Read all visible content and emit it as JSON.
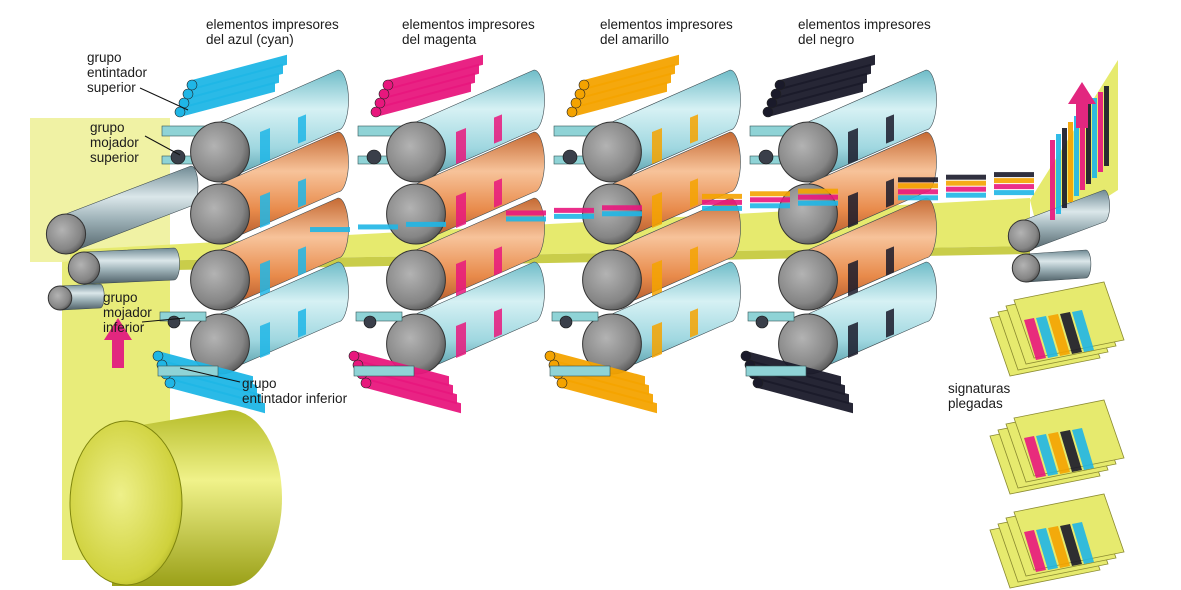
{
  "labels": {
    "cyan_line1": "elementos impresores",
    "cyan_line2": "del azul (cyan)",
    "magenta_line1": "elementos impresores",
    "magenta_line2": "del magenta",
    "yellow_line1": "elementos impresores",
    "yellow_line2": "del amarillo",
    "black_line1": "elementos impresores",
    "black_line2": "del negro",
    "upper_inking_1": "grupo",
    "upper_inking_2": "entintador",
    "upper_inking_3": "superior",
    "upper_damp_1": "grupo",
    "upper_damp_2": "mojador",
    "upper_damp_3": "superior",
    "lower_damp_1": "grupo",
    "lower_damp_2": "mojador",
    "lower_damp_3": "inferior",
    "lower_inking_1": "grupo",
    "lower_inking_2": "entintador inferior",
    "signatures_1": "signaturas",
    "signatures_2": "plegadas"
  },
  "colors": {
    "cyan": "#1fb6e6",
    "magenta": "#e8177d",
    "yellow": "#f4a300",
    "black": "#1a1a2a",
    "paper": "#e6ea6e",
    "plate_cylinder": "#9fd7e0",
    "blanket_cylinder": "#e88a4a",
    "roller_end": "#8c8c8c"
  },
  "units": [
    {
      "name": "cyan-unit",
      "ink": "cyan"
    },
    {
      "name": "magenta-unit",
      "ink": "magenta"
    },
    {
      "name": "yellow-unit",
      "ink": "yellow"
    },
    {
      "name": "black-unit",
      "ink": "black"
    }
  ]
}
